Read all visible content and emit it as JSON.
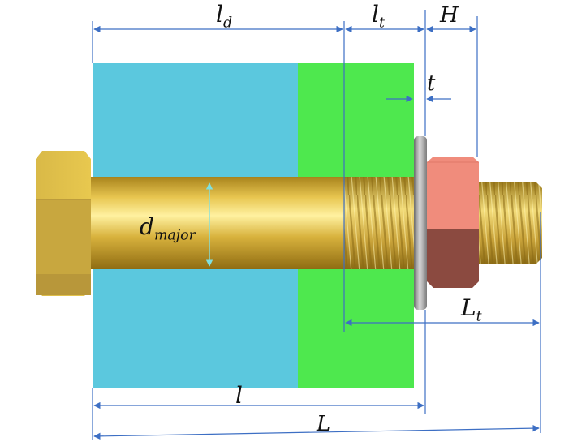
{
  "labels": {
    "ld": {
      "main": "l",
      "sub": "d"
    },
    "lt": {
      "main": "l",
      "sub": "t"
    },
    "H": {
      "main": "H",
      "sub": ""
    },
    "t": {
      "main": "t",
      "sub": ""
    },
    "dmajor": {
      "main": "d",
      "sub": "major"
    },
    "Lt": {
      "main": "L",
      "sub": "t"
    },
    "l": {
      "main": "l",
      "sub": ""
    },
    "L": {
      "main": "L",
      "sub": ""
    }
  },
  "colors": {
    "upper_member": "#5bc8de",
    "lower_member": "#4ee84e",
    "bolt": "#d9b642",
    "nut": "#f08c7c",
    "nut_shadow": "#8b4a40",
    "washer": "#9a9a9a",
    "dimension_line": "#3d6fc4",
    "diameter_line": "#7fe0e0"
  }
}
